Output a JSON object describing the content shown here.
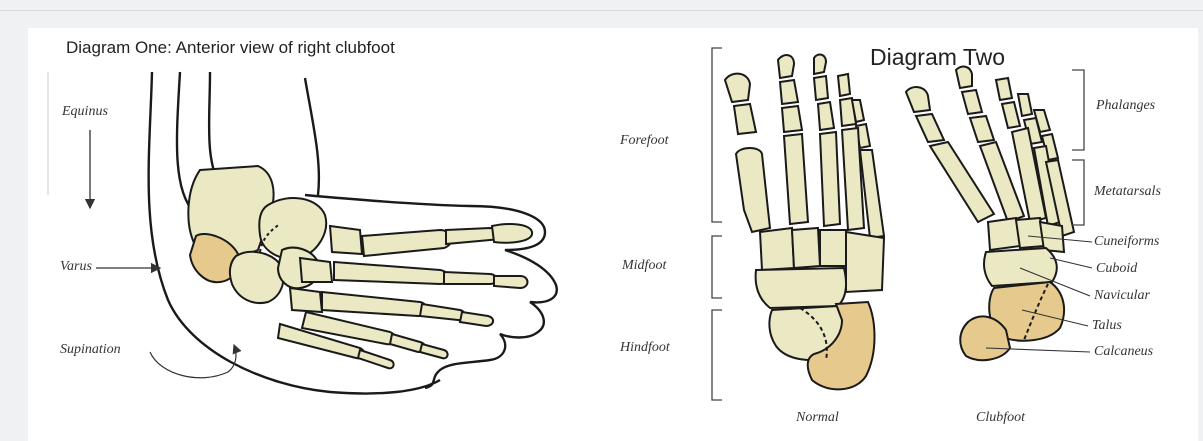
{
  "diagram_one": {
    "title": "Diagram One: Anterior view of right clubfoot",
    "labels": {
      "equinus": "Equinus",
      "varus": "Varus",
      "supination": "Supination"
    }
  },
  "diagram_two": {
    "title": "Diagram Two",
    "regions": {
      "forefoot": "Forefoot",
      "midfoot": "Midfoot",
      "hindfoot": "Hindfoot"
    },
    "bones": {
      "phalanges": "Phalanges",
      "metatarsals": "Metatarsals",
      "cuneiforms": "Cuneiforms",
      "cuboid": "Cuboid",
      "navicular": "Navicular",
      "talus": "Talus",
      "calcaneus": "Calcaneus"
    },
    "captions": {
      "normal": "Normal",
      "clubfoot": "Clubfoot"
    }
  },
  "colors": {
    "bone": "#ebe8c4",
    "highlight": "#e6c98c",
    "outline": "#1a1a1a"
  }
}
